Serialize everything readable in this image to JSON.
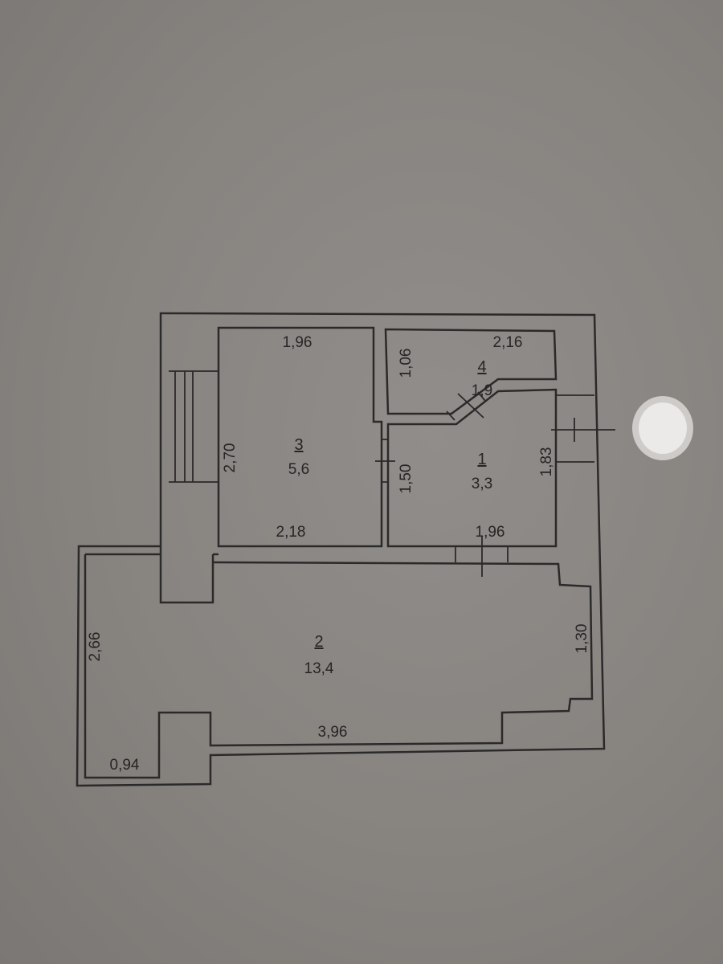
{
  "plan": {
    "rooms": [
      {
        "number": "1",
        "area": "3,3"
      },
      {
        "number": "2",
        "area": "13,4"
      },
      {
        "number": "3",
        "area": "5,6"
      },
      {
        "number": "4",
        "area": "1,9"
      }
    ],
    "dimensions": {
      "room3_top": "1,96",
      "room3_left": "2,70",
      "room3_bottom": "2,18",
      "room4_top": "2,16",
      "room4_left": "1,06",
      "room1_left": "1,50",
      "room1_right": "1,83",
      "room1_bottom": "1,96",
      "room2_left": "2,66",
      "room2_right": "1,30",
      "room2_bottom": "3,96",
      "room2_nook": "0,94"
    }
  }
}
